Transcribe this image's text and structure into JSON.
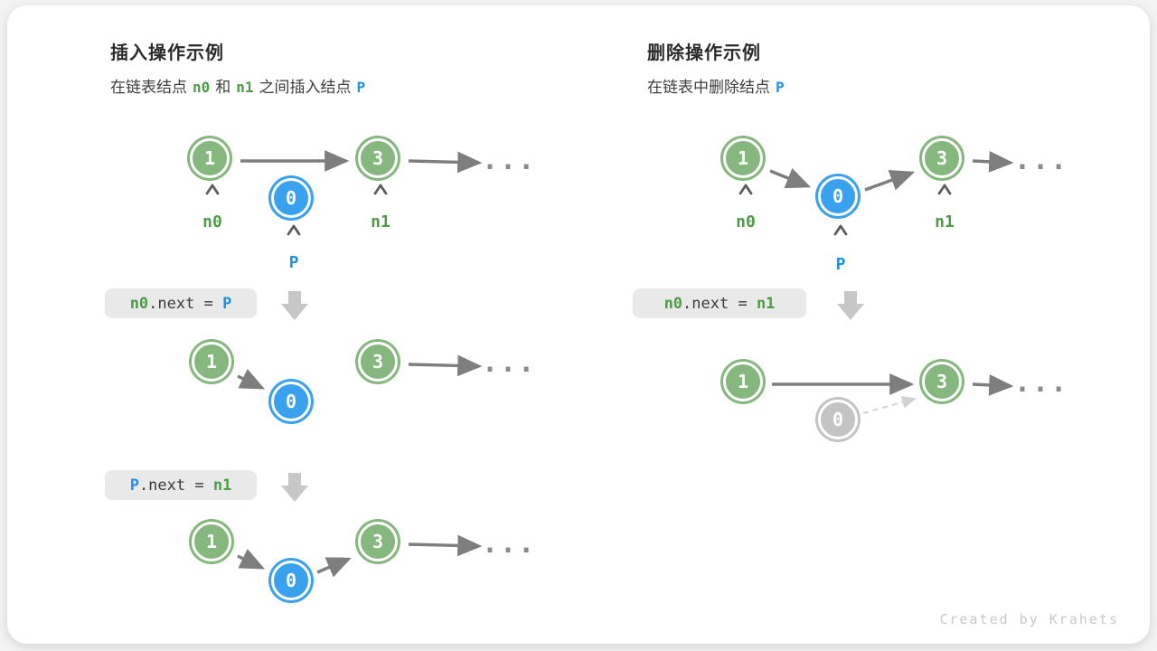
{
  "ellipsis": "...",
  "credit": "Created by Krahets",
  "colors": {
    "node_green": "#86b77e",
    "node_blue": "#3aa1ee",
    "node_gray": "#c4c4c4",
    "label_green": "#4e9b47",
    "label_blue": "#1e8fea",
    "arrow_gray": "#7e7e7e",
    "code_bg": "#e9e9e9",
    "block_arrow": "#c7c7c7"
  },
  "insert": {
    "title": "插入操作示例",
    "subtitle": [
      {
        "text": "在链表结点",
        "style": "plain"
      },
      {
        "text": "n0",
        "style": "green"
      },
      {
        "text": "和",
        "style": "plain"
      },
      {
        "text": "n1",
        "style": "green"
      },
      {
        "text": "之间插入结点",
        "style": "plain"
      },
      {
        "text": "P",
        "style": "blue"
      }
    ],
    "step1": {
      "nodes": [
        {
          "value": "1",
          "color": "green"
        },
        {
          "value": "0",
          "color": "blue"
        },
        {
          "value": "3",
          "color": "green"
        }
      ],
      "pointers": [
        {
          "label": "n0",
          "color": "green"
        },
        {
          "label": "P",
          "color": "blue"
        },
        {
          "label": "n1",
          "color": "green"
        }
      ]
    },
    "code1": [
      {
        "text": "n0",
        "style": "green"
      },
      {
        "text": ".next = ",
        "style": "plain"
      },
      {
        "text": "P",
        "style": "blue"
      }
    ],
    "step2": {
      "nodes": [
        {
          "value": "1",
          "color": "green"
        },
        {
          "value": "0",
          "color": "blue"
        },
        {
          "value": "3",
          "color": "green"
        }
      ]
    },
    "code2": [
      {
        "text": "P",
        "style": "blue"
      },
      {
        "text": ".next = ",
        "style": "plain"
      },
      {
        "text": "n1",
        "style": "green"
      }
    ],
    "step3": {
      "nodes": [
        {
          "value": "1",
          "color": "green"
        },
        {
          "value": "0",
          "color": "blue"
        },
        {
          "value": "3",
          "color": "green"
        }
      ]
    }
  },
  "delete": {
    "title": "删除操作示例",
    "subtitle": [
      {
        "text": "在链表中删除结点",
        "style": "plain"
      },
      {
        "text": "P",
        "style": "blue"
      }
    ],
    "step1": {
      "nodes": [
        {
          "value": "1",
          "color": "green"
        },
        {
          "value": "0",
          "color": "blue"
        },
        {
          "value": "3",
          "color": "green"
        }
      ],
      "pointers": [
        {
          "label": "n0",
          "color": "green"
        },
        {
          "label": "P",
          "color": "blue"
        },
        {
          "label": "n1",
          "color": "green"
        }
      ]
    },
    "code1": [
      {
        "text": "n0",
        "style": "green"
      },
      {
        "text": ".next = ",
        "style": "plain"
      },
      {
        "text": "n1",
        "style": "green"
      }
    ],
    "step2": {
      "nodes": [
        {
          "value": "1",
          "color": "green"
        },
        {
          "value": "0",
          "color": "gray"
        },
        {
          "value": "3",
          "color": "green"
        }
      ]
    }
  }
}
